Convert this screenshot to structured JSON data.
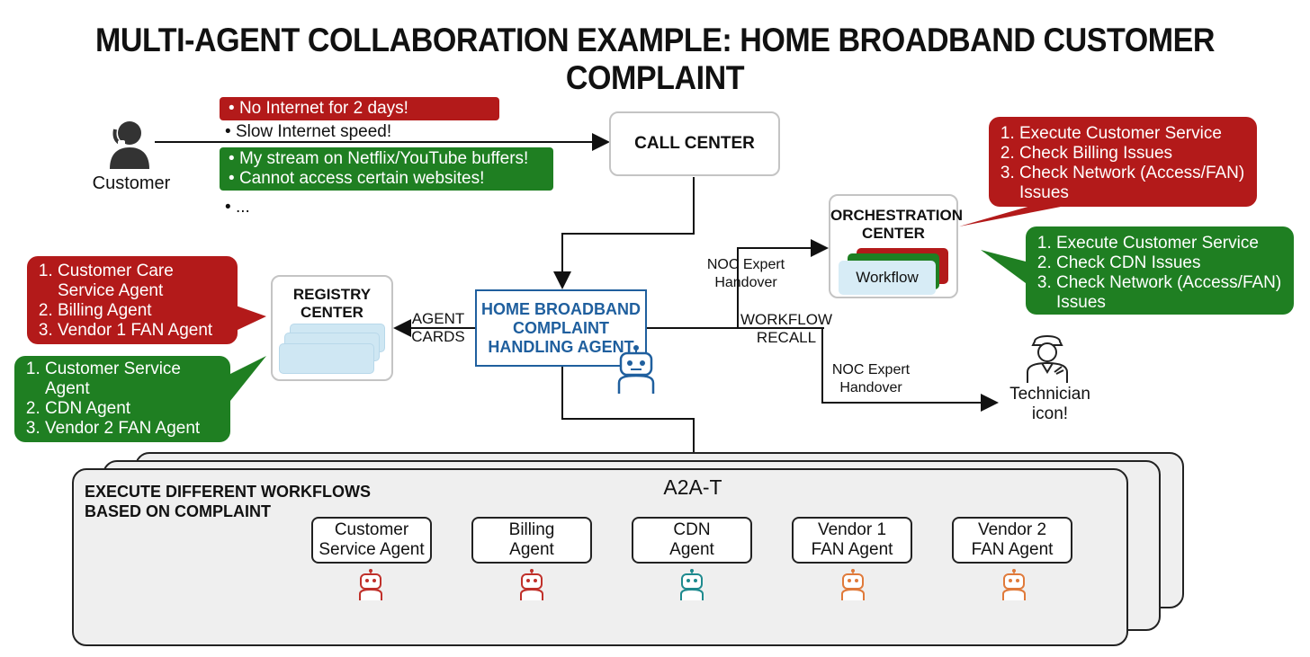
{
  "title": "MULTI-AGENT COLLABORATION EXAMPLE: HOME BROADBAND CUSTOMER COMPLAINT",
  "customer": {
    "label": "Customer"
  },
  "complaints": {
    "red": [
      "No Internet for 2 days!"
    ],
    "plain1": [
      "Slow Internet speed!"
    ],
    "green": [
      "My stream on Netflix/YouTube buffers!",
      "Cannot access certain websites!"
    ],
    "plain2": [
      "..."
    ]
  },
  "call_center": {
    "label": "CALL CENTER"
  },
  "orchestration": {
    "label_line1": "ORCHESTRATION",
    "label_line2": "CENTER",
    "workflow": "Workflow",
    "red_bubble": [
      "Execute Customer Service",
      "Check Billing Issues",
      "Check Network (Access/FAN) Issues"
    ],
    "green_bubble": [
      "Execute Customer Service",
      "Check CDN Issues",
      "Check Network (Access/FAN) Issues"
    ]
  },
  "registry": {
    "label_line1": "REGISTRY",
    "label_line2": "CENTER",
    "red_bubble": [
      "Customer Care Service Agent",
      "Billing Agent",
      "Vendor 1 FAN Agent"
    ],
    "green_bubble": [
      "Customer Service Agent",
      "CDN Agent",
      "Vendor 2 FAN Agent"
    ]
  },
  "main_agent": {
    "line1": "HOME BROADBAND",
    "line2": "COMPLAINT",
    "line3": "HANDLING AGENT"
  },
  "edges": {
    "agent_cards_1": "AGENT",
    "agent_cards_2": "CARDS",
    "noc_handover_top_1": "NOC Expert",
    "noc_handover_top_2": "Handover",
    "workflow_recall_1": "WORKFLOW",
    "workflow_recall_2": "RECALL",
    "noc_handover_bottom_1": "NOC Expert",
    "noc_handover_bottom_2": "Handover"
  },
  "technician": {
    "line1": "Technician",
    "line2": "icon!"
  },
  "workflow_panel": {
    "heading_line1": "EXECUTE DIFFERENT WORKFLOWS",
    "heading_line2": "BASED ON COMPLAINT",
    "protocol": "A2A-T",
    "agents": [
      {
        "line1": "Customer",
        "line2": "Service Agent",
        "color": "#c0302a"
      },
      {
        "line1": "Billing",
        "line2": "Agent",
        "color": "#c0302a"
      },
      {
        "line1": "CDN",
        "line2": "Agent",
        "color": "#1e8a8e"
      },
      {
        "line1": "Vendor 1",
        "line2": "FAN Agent",
        "color": "#e07a3a"
      },
      {
        "line1": "Vendor 2",
        "line2": "FAN Agent",
        "color": "#e07a3a"
      }
    ]
  },
  "colors": {
    "red": "#b31a1a",
    "green": "#1f7f22",
    "blue": "#1f5f9e",
    "line_red": "#b31a1a",
    "line_green": "#1f7f22"
  }
}
